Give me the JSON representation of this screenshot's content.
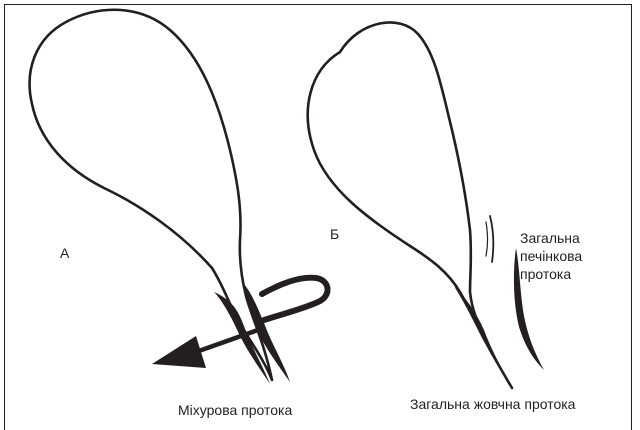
{
  "figure": {
    "panel_a": {
      "label": "А"
    },
    "panel_b": {
      "label": "Б"
    },
    "labels": {
      "cystic_duct": "Міхурова протока",
      "common_hepatic_duct": [
        "Загальна",
        "печінкова",
        "протока"
      ],
      "common_bile_duct": "Загальна жовчна протока"
    }
  },
  "colors": {
    "ink": "#231f20",
    "background": "#ffffff"
  }
}
